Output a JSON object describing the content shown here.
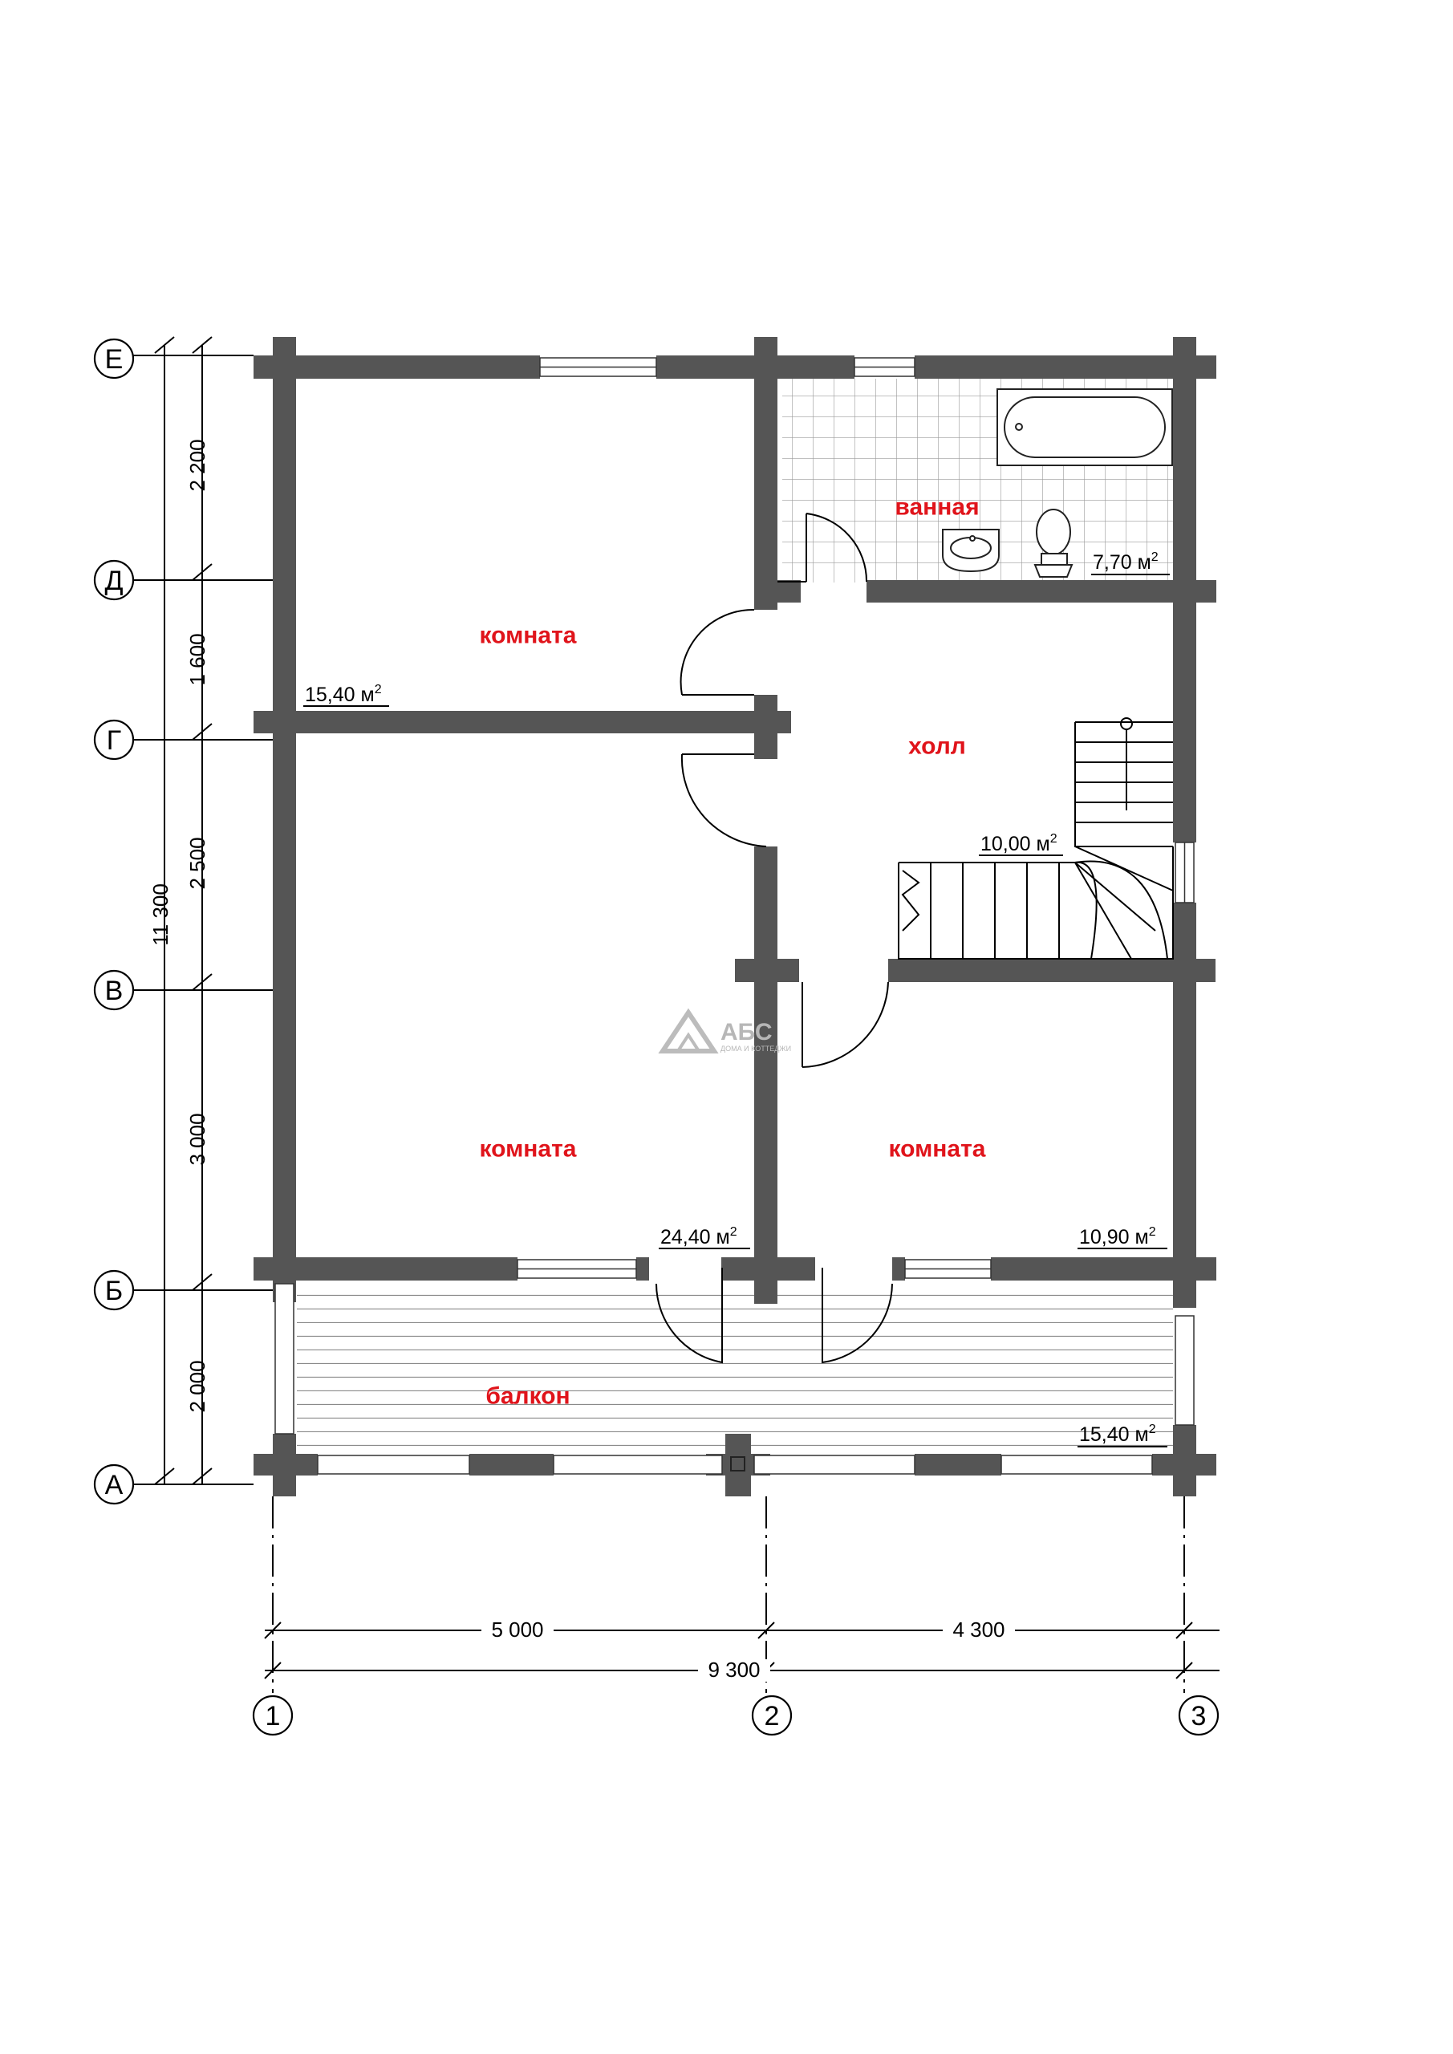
{
  "colors": {
    "wall": "#555555",
    "room_label": "#e0141b",
    "logo": "#bcbcbc"
  },
  "rooms": [
    {
      "id": "room_top_left",
      "name": "комната",
      "area_value": "15,40 м",
      "area_unit_exp": "2"
    },
    {
      "id": "bathroom",
      "name": "ванная",
      "area_value": "7,70 м",
      "area_unit_exp": "2"
    },
    {
      "id": "hall",
      "name": "холл",
      "area_value": "10,00 м",
      "area_unit_exp": "2"
    },
    {
      "id": "room_bottom_left",
      "name": "комната",
      "area_value": "24,40 м",
      "area_unit_exp": "2"
    },
    {
      "id": "room_bottom_right",
      "name": "комната",
      "area_value": "10,90 м",
      "area_unit_exp": "2"
    },
    {
      "id": "balcony",
      "name": "балкон",
      "area_value": "15,40 м",
      "area_unit_exp": "2"
    }
  ],
  "grid_axes": {
    "rows": [
      "Е",
      "Д",
      "Г",
      "В",
      "Б",
      "А"
    ],
    "columns": [
      "1",
      "2",
      "3"
    ]
  },
  "dimensions": {
    "vertical_total": "11 300",
    "vertical_segments": [
      "2 200",
      "1 600",
      "2 500",
      "3 000",
      "2 000"
    ],
    "horizontal_segments": [
      "5 000",
      "4 300"
    ],
    "horizontal_total": "9 300"
  },
  "logo": {
    "title": "АБС",
    "subtitle": "ДОМА И КОТТЕДЖИ"
  }
}
